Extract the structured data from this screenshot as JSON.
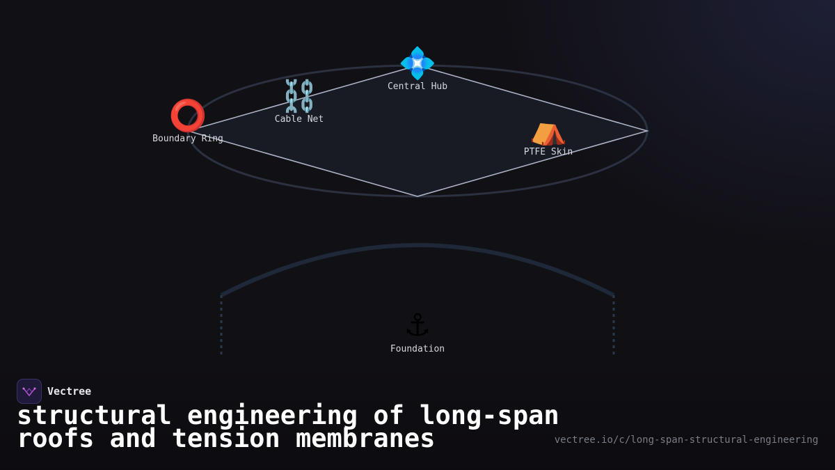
{
  "brand": {
    "name": "Vectree"
  },
  "title": "structural engineering of long-span roofs and tension membranes",
  "url": "vectree.io/c/long-span-structural-engineering",
  "colors": {
    "background": "#111015",
    "outline": "#2b3140",
    "edge": "#aab2c4",
    "membrane_fill": "#1a1d27",
    "label": "#d6d8de",
    "brand_accent": "#b050d0"
  },
  "diagram": {
    "nodes": [
      {
        "id": "central-hub",
        "icon": "💠",
        "icon_name": "diamond-hub-icon",
        "label": "Central Hub"
      },
      {
        "id": "cable-net",
        "icon": "⛓️",
        "icon_name": "chain-icon",
        "label": "Cable Net"
      },
      {
        "id": "boundary-ring",
        "icon": "⭕",
        "icon_name": "ring-icon",
        "label": "Boundary Ring"
      },
      {
        "id": "ptfe-skin",
        "icon": "⛺",
        "icon_name": "tent-icon",
        "label": "PTFE Skin"
      },
      {
        "id": "foundation",
        "icon": "⚓",
        "icon_name": "anchor-icon",
        "label": "Foundation"
      }
    ]
  }
}
